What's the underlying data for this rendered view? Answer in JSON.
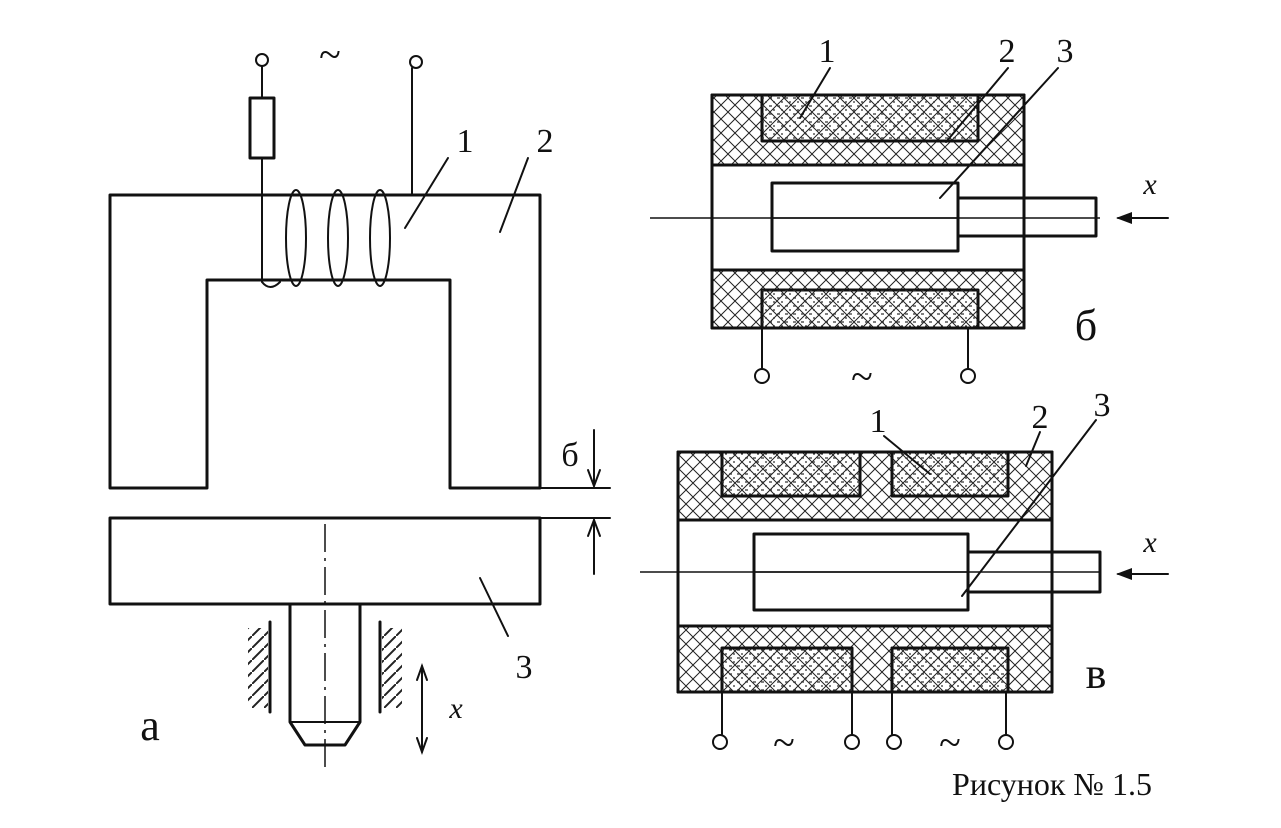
{
  "fig_a": {
    "subfigure_label": "а",
    "ac_symbol": "~",
    "part_labels": [
      "1",
      "2",
      "3"
    ],
    "gap_label": "б",
    "displacement_label": "x"
  },
  "fig_b": {
    "subfigure_label": "б",
    "ac_symbol": "~",
    "part_labels": [
      "1",
      "2",
      "3"
    ],
    "displacement_label": "x"
  },
  "fig_v": {
    "subfigure_label": "в",
    "ac_symbols": [
      "~",
      "~"
    ],
    "part_labels": [
      "1",
      "2",
      "3"
    ],
    "displacement_label": "x"
  },
  "caption": "Рисунок № 1.5"
}
